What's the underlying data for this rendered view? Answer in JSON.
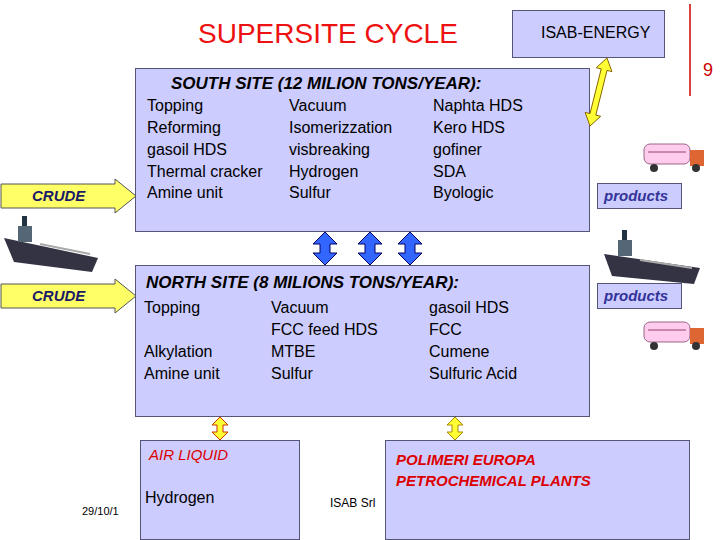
{
  "diagram": {
    "title": "SUPERSITE CYCLE",
    "nodes": [
      {
        "text": [
          "ISAB-ENERGY"
        ]
      },
      {
        "text": [
          "SOUTH SITE (12 MILION TONS/YEAR):",
          "Topping",
          "Vacuum",
          "Naphta HDS",
          "Reforming",
          "Isomerizzation",
          "Kero HDS",
          "gasoil HDS",
          "visbreaking",
          "gofiner",
          "Thermal cracker",
          "Hydrogen",
          "SDA",
          "Amine unit",
          "Sulfur",
          "Byologic"
        ]
      },
      {
        "text": [
          "CRUDE"
        ]
      },
      {
        "text": [
          "products"
        ]
      },
      {
        "text": [
          "CRUDE"
        ]
      },
      {
        "text": [
          "NORTH SITE (8 MILIONS TONS/YEAR):",
          "Topping",
          "Vacuum",
          "gasoil HDS",
          "FCC feed HDS",
          "FCC",
          "Alkylation",
          "MTBE",
          "Cumene",
          "Amine unit",
          "Sulfur",
          "Sulfuric Acid"
        ]
      },
      {
        "text": [
          "products"
        ]
      },
      {
        "text": [
          "AIR LIQUID",
          "Hydrogen"
        ]
      },
      {
        "text": [
          "POLIMERI EUROPA PETROCHEMICAL PLANTS"
        ]
      }
    ],
    "edges": [
      {
        "from": 1,
        "to": 0,
        "arrow": "both"
      },
      {
        "from": 1,
        "to": 5,
        "arrow": "both"
      },
      {
        "from": 1,
        "to": 5,
        "arrow": "both"
      },
      {
        "from": 1,
        "to": 5,
        "arrow": "both"
      },
      {
        "from": 7,
        "to": 5,
        "arrow": "both"
      },
      {
        "from": 8,
        "to": 5,
        "arrow": "both"
      }
    ],
    "labels": [
      "9",
      "29/10/1",
      "ISAB Srl"
    ]
  }
}
